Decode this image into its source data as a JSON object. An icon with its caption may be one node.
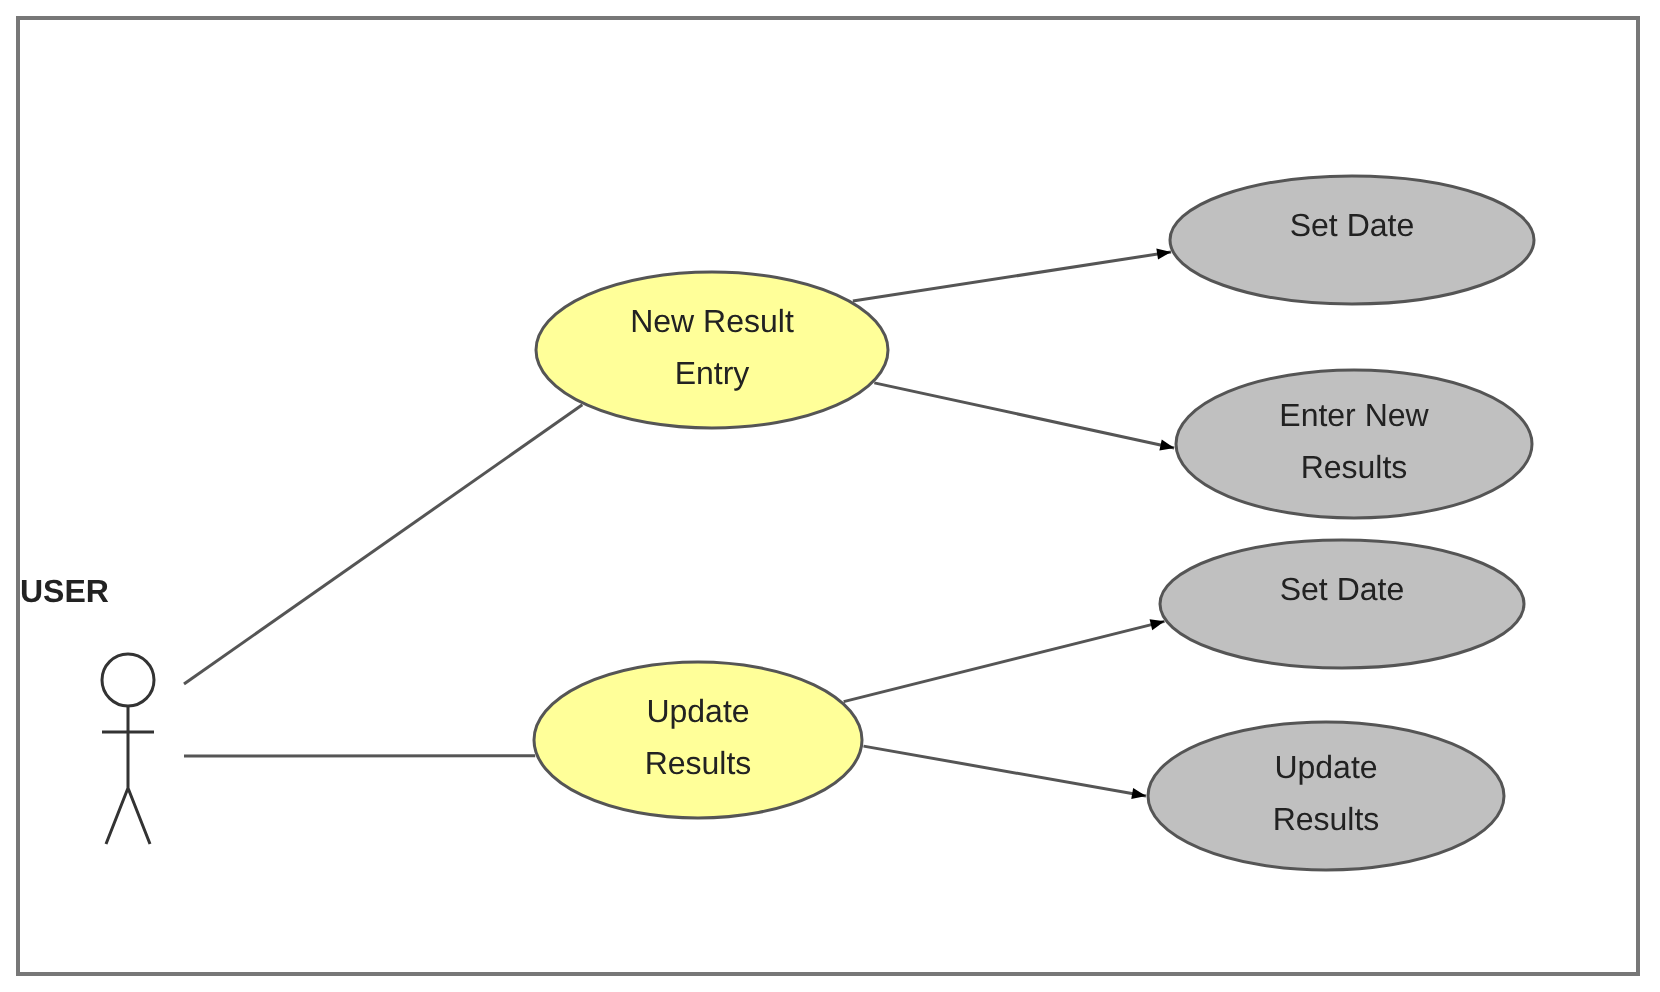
{
  "diagram": {
    "nodes": [
      {
        "text": [
          "USER"
        ]
      },
      {
        "text": [
          "New Result Entry"
        ]
      },
      {
        "text": [
          "Update Results"
        ]
      },
      {
        "text": [
          "Set Date"
        ]
      },
      {
        "text": [
          "Enter New Results"
        ]
      },
      {
        "text": [
          "Set Date"
        ]
      },
      {
        "text": [
          "Update Results"
        ]
      }
    ],
    "edges": [
      {
        "from": 0,
        "to": 1,
        "arrow": "none"
      },
      {
        "from": 0,
        "to": 2,
        "arrow": "none"
      },
      {
        "from": 1,
        "to": 3,
        "arrow": "to"
      },
      {
        "from": 1,
        "to": 4,
        "arrow": "to"
      },
      {
        "from": 2,
        "to": 5,
        "arrow": "to"
      },
      {
        "from": 2,
        "to": 6,
        "arrow": "to"
      }
    ]
  }
}
